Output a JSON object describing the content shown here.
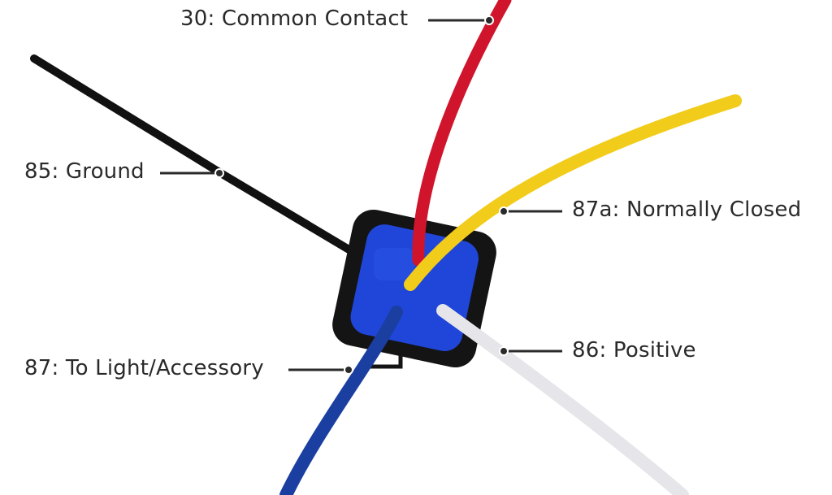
{
  "diagram": {
    "subject": "Automotive relay socket wiring",
    "labels": [
      {
        "id": "30",
        "text": "30: Common Contact",
        "wire_color": "red",
        "hex": "#d0142b"
      },
      {
        "id": "85",
        "text": "85: Ground",
        "wire_color": "black",
        "hex": "#111111"
      },
      {
        "id": "87a",
        "text": "87a: Normally Closed",
        "wire_color": "yellow",
        "hex": "#f2cc1a"
      },
      {
        "id": "86",
        "text": "86: Positive",
        "wire_color": "white",
        "hex": "#e6e6ea"
      },
      {
        "id": "87",
        "text": "87: To Light/Accessory",
        "wire_color": "blue",
        "hex": "#1a3fa0"
      }
    ],
    "socket": {
      "housing_color": "#141414",
      "seal_color": "#1f46d8"
    }
  }
}
